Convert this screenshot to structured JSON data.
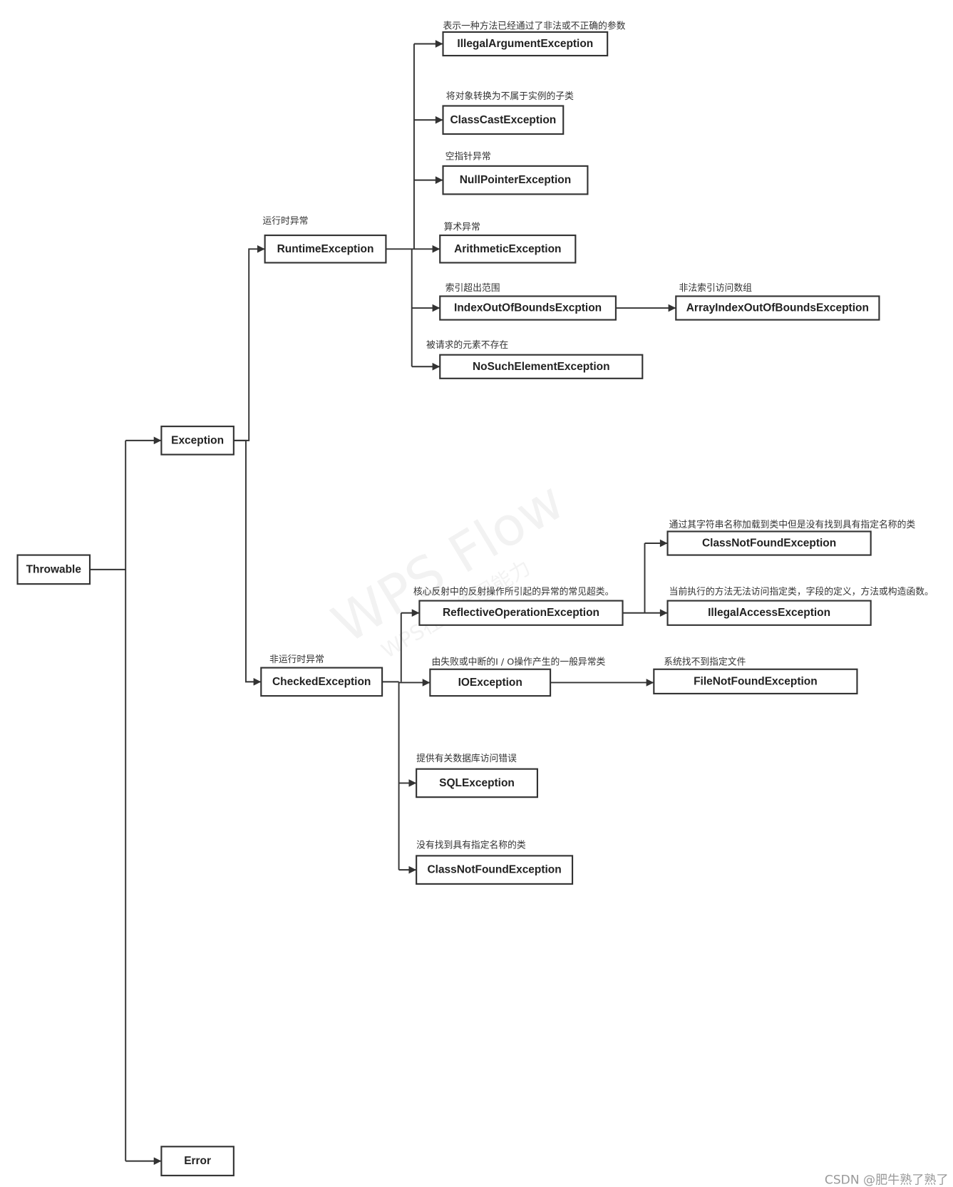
{
  "colors": {
    "stroke": "#333333",
    "watermark": "#999999",
    "background": "#ffffff"
  },
  "watermarks": {
    "wps_title": "WPS Flow",
    "wps_subtitle": "WPS在线作图能力",
    "csdn": "CSDN @肥牛熟了熟了"
  },
  "tree": {
    "label": "Throwable",
    "children": [
      {
        "label": "Exception",
        "children": [
          {
            "label": "RuntimeException",
            "note": "运行时异常",
            "children": [
              {
                "label": "IllegalArgumentException",
                "note": "表示一种方法已经通过了非法或不正确的参数"
              },
              {
                "label": "ClassCastException",
                "note": "将对象转换为不属于实例的子类"
              },
              {
                "label": "NullPointerException",
                "note": "空指针异常"
              },
              {
                "label": "ArithmeticException",
                "note": "算术异常"
              },
              {
                "label": "IndexOutOfBoundsExcption",
                "note": "索引超出范围",
                "children": [
                  {
                    "label": "ArrayIndexOutOfBoundsException",
                    "note": "非法索引访问数组"
                  }
                ]
              },
              {
                "label": "NoSuchElementException",
                "note": "被请求的元素不存在"
              }
            ]
          },
          {
            "label": "CheckedException",
            "note": "非运行时异常",
            "children": [
              {
                "label": "ReflectiveOperationException",
                "note": "核心反射中的反射操作所引起的异常的常见超类。",
                "children": [
                  {
                    "label": "ClassNotFoundException",
                    "note": "通过其字符串名称加载到类中但是没有找到具有指定名称的类"
                  },
                  {
                    "label": "IllegalAccessException",
                    "note": "当前执行的方法无法访问指定类，字段的定义，方法或构造函数。"
                  }
                ]
              },
              {
                "label": "IOException",
                "note": "由失败或中断的I / O操作产生的一般异常类",
                "children": [
                  {
                    "label": "FileNotFoundException",
                    "note": "系统找不到指定文件"
                  }
                ]
              },
              {
                "label": "SQLException",
                "note": "提供有关数据库访问错误"
              },
              {
                "label": "ClassNotFoundException",
                "note": "没有找到具有指定名称的类"
              }
            ]
          }
        ]
      },
      {
        "label": "Error"
      }
    ]
  }
}
